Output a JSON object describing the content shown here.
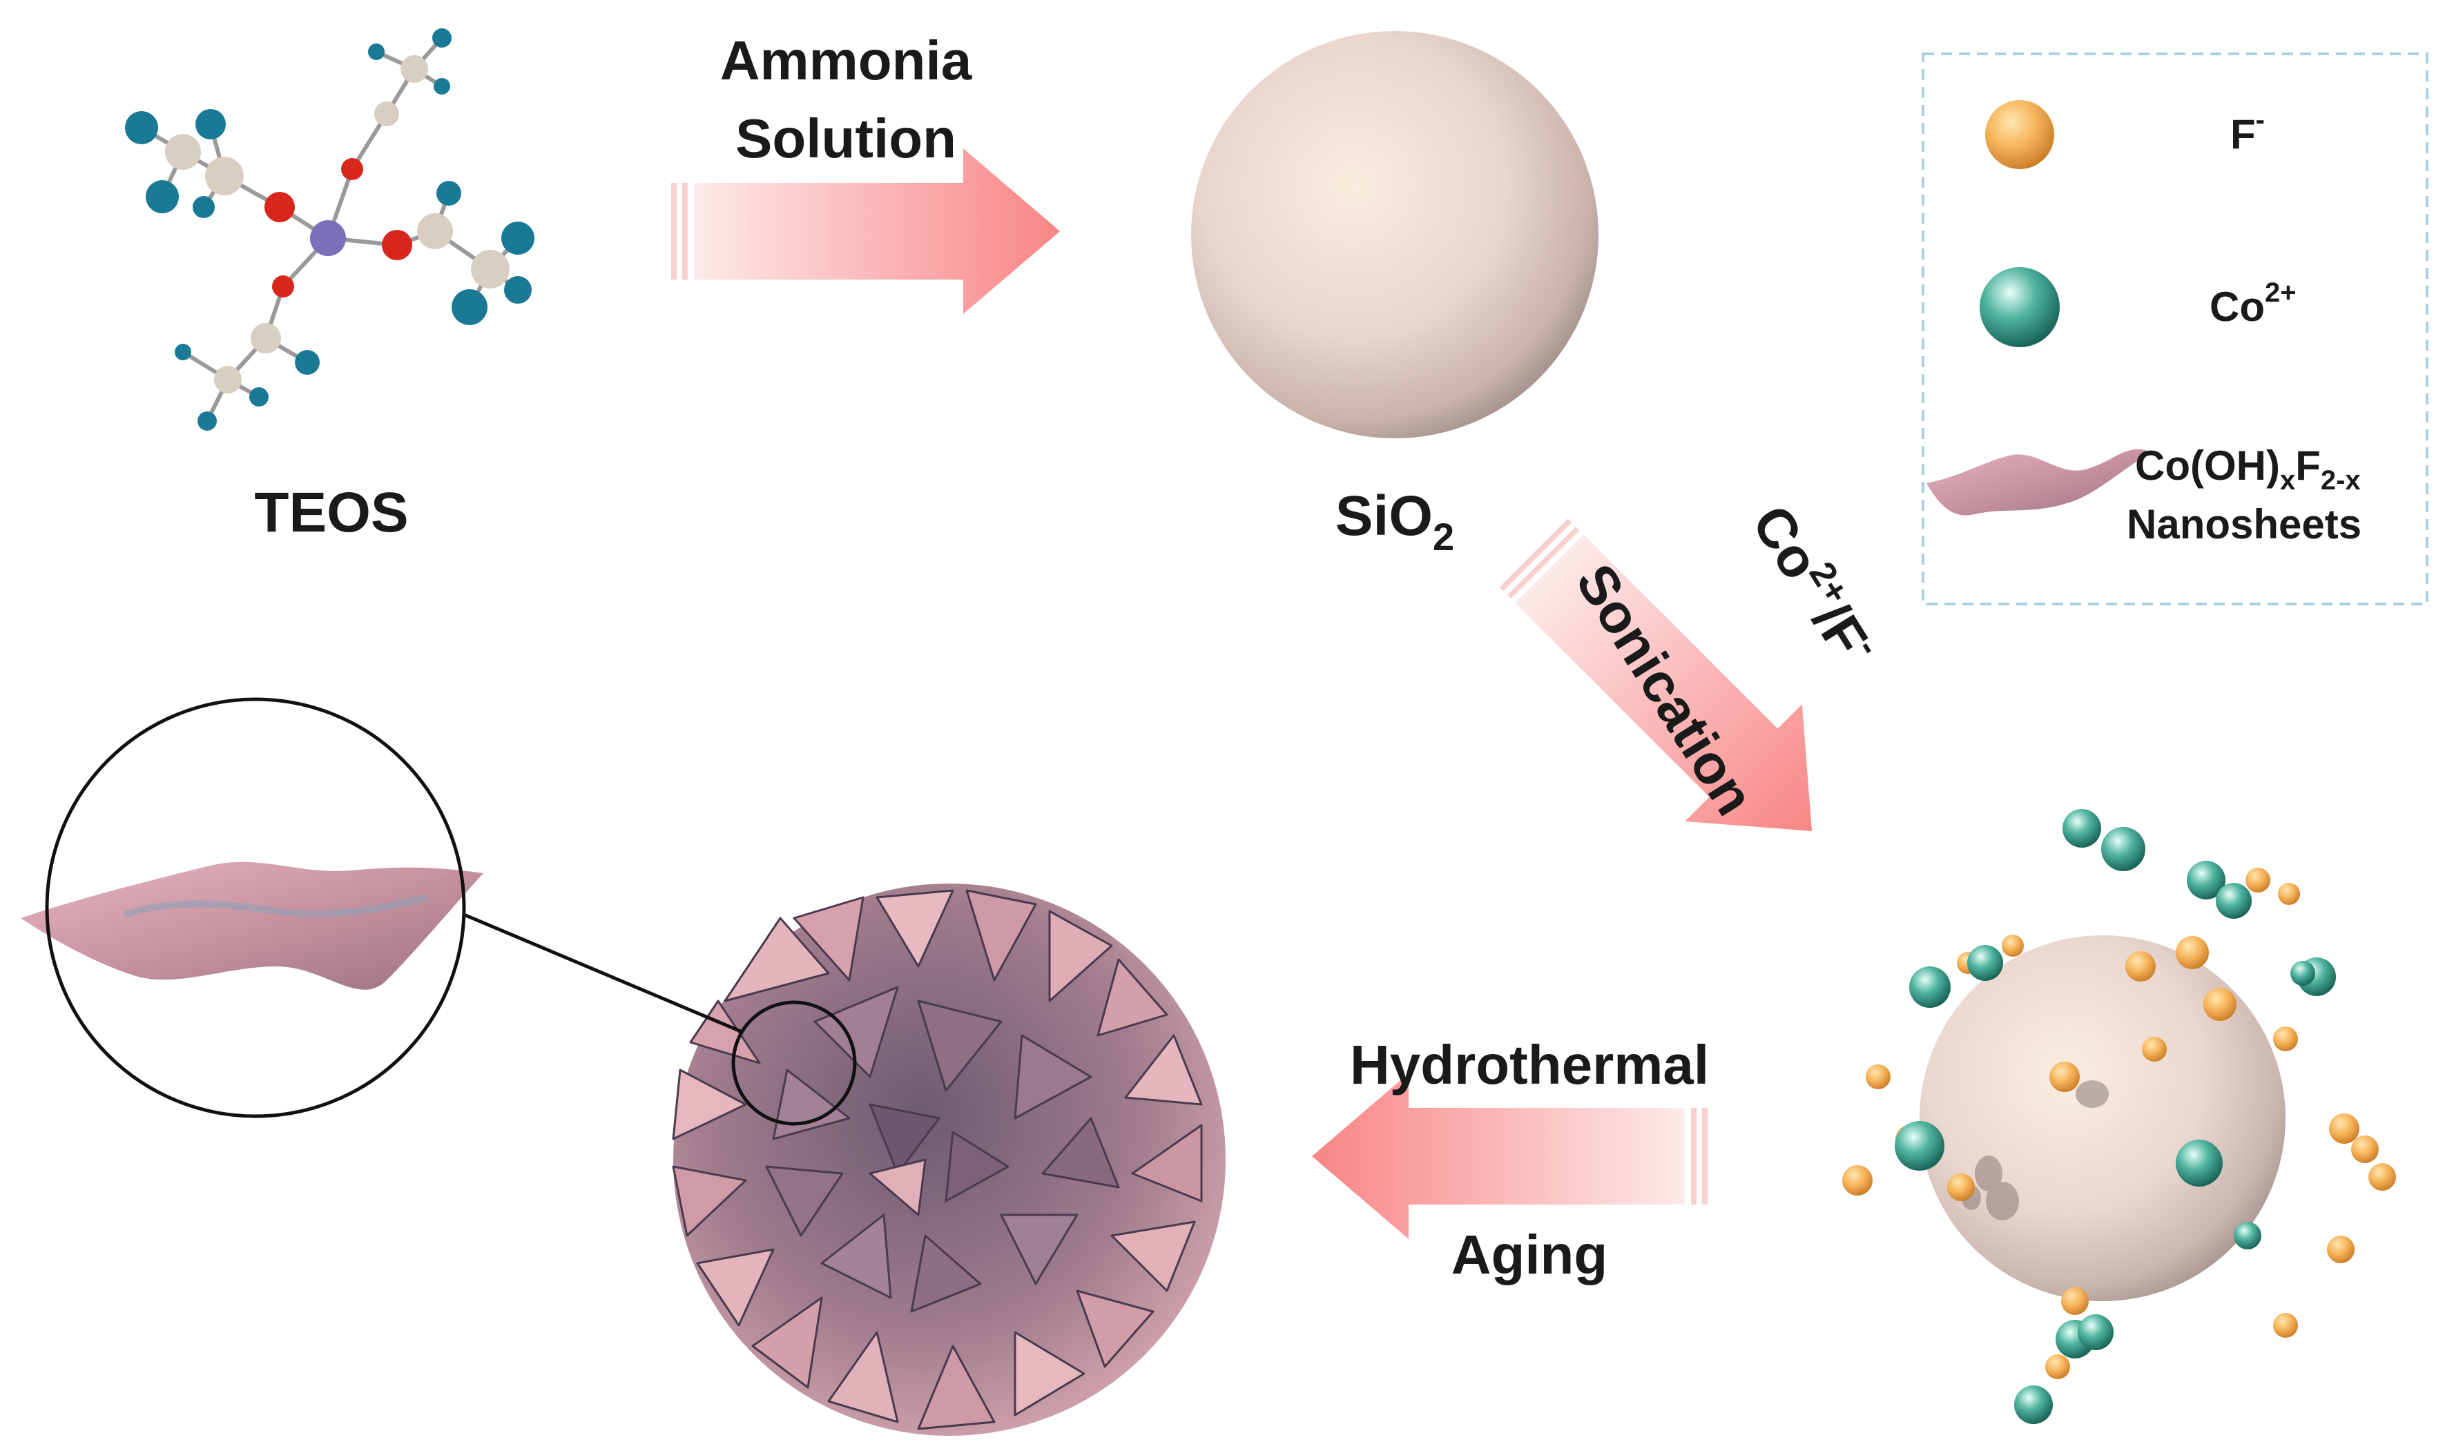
{
  "labels": {
    "teos": "TEOS",
    "ammonia_line1": "Ammonia",
    "ammonia_line2": "Solution",
    "sio2_main": "SiO",
    "sio2_sub": "2",
    "co_f_main": "Co",
    "co_f_sup": "2+",
    "co_f_mid": "/F",
    "co_f_sup2": "-",
    "sonication": "Sonication",
    "hydrothermal": "Hydrothermal",
    "aging": "Aging"
  },
  "legend": {
    "f_main": "F",
    "f_sup": "-",
    "co_main": "Co",
    "co_sup": "2+",
    "sheet_line1_a": "Co(OH)",
    "sheet_line1_sub1": "x",
    "sheet_line1_b": "F",
    "sheet_line1_sub2": "2-x",
    "sheet_line2": "Nanosheets"
  },
  "colors": {
    "arrow": "#f88585",
    "fluoride": "#f2a64a",
    "cobalt": "#2f9a86",
    "silica": "#e9d6cf",
    "nanosheet": "#c88e9a",
    "legend_border": "#a8cfe3",
    "oxygen": "#d9261c",
    "silicon": "#7a6fb8",
    "carbon": "#d9cfc2",
    "hydrogen": "#1a7a96"
  }
}
